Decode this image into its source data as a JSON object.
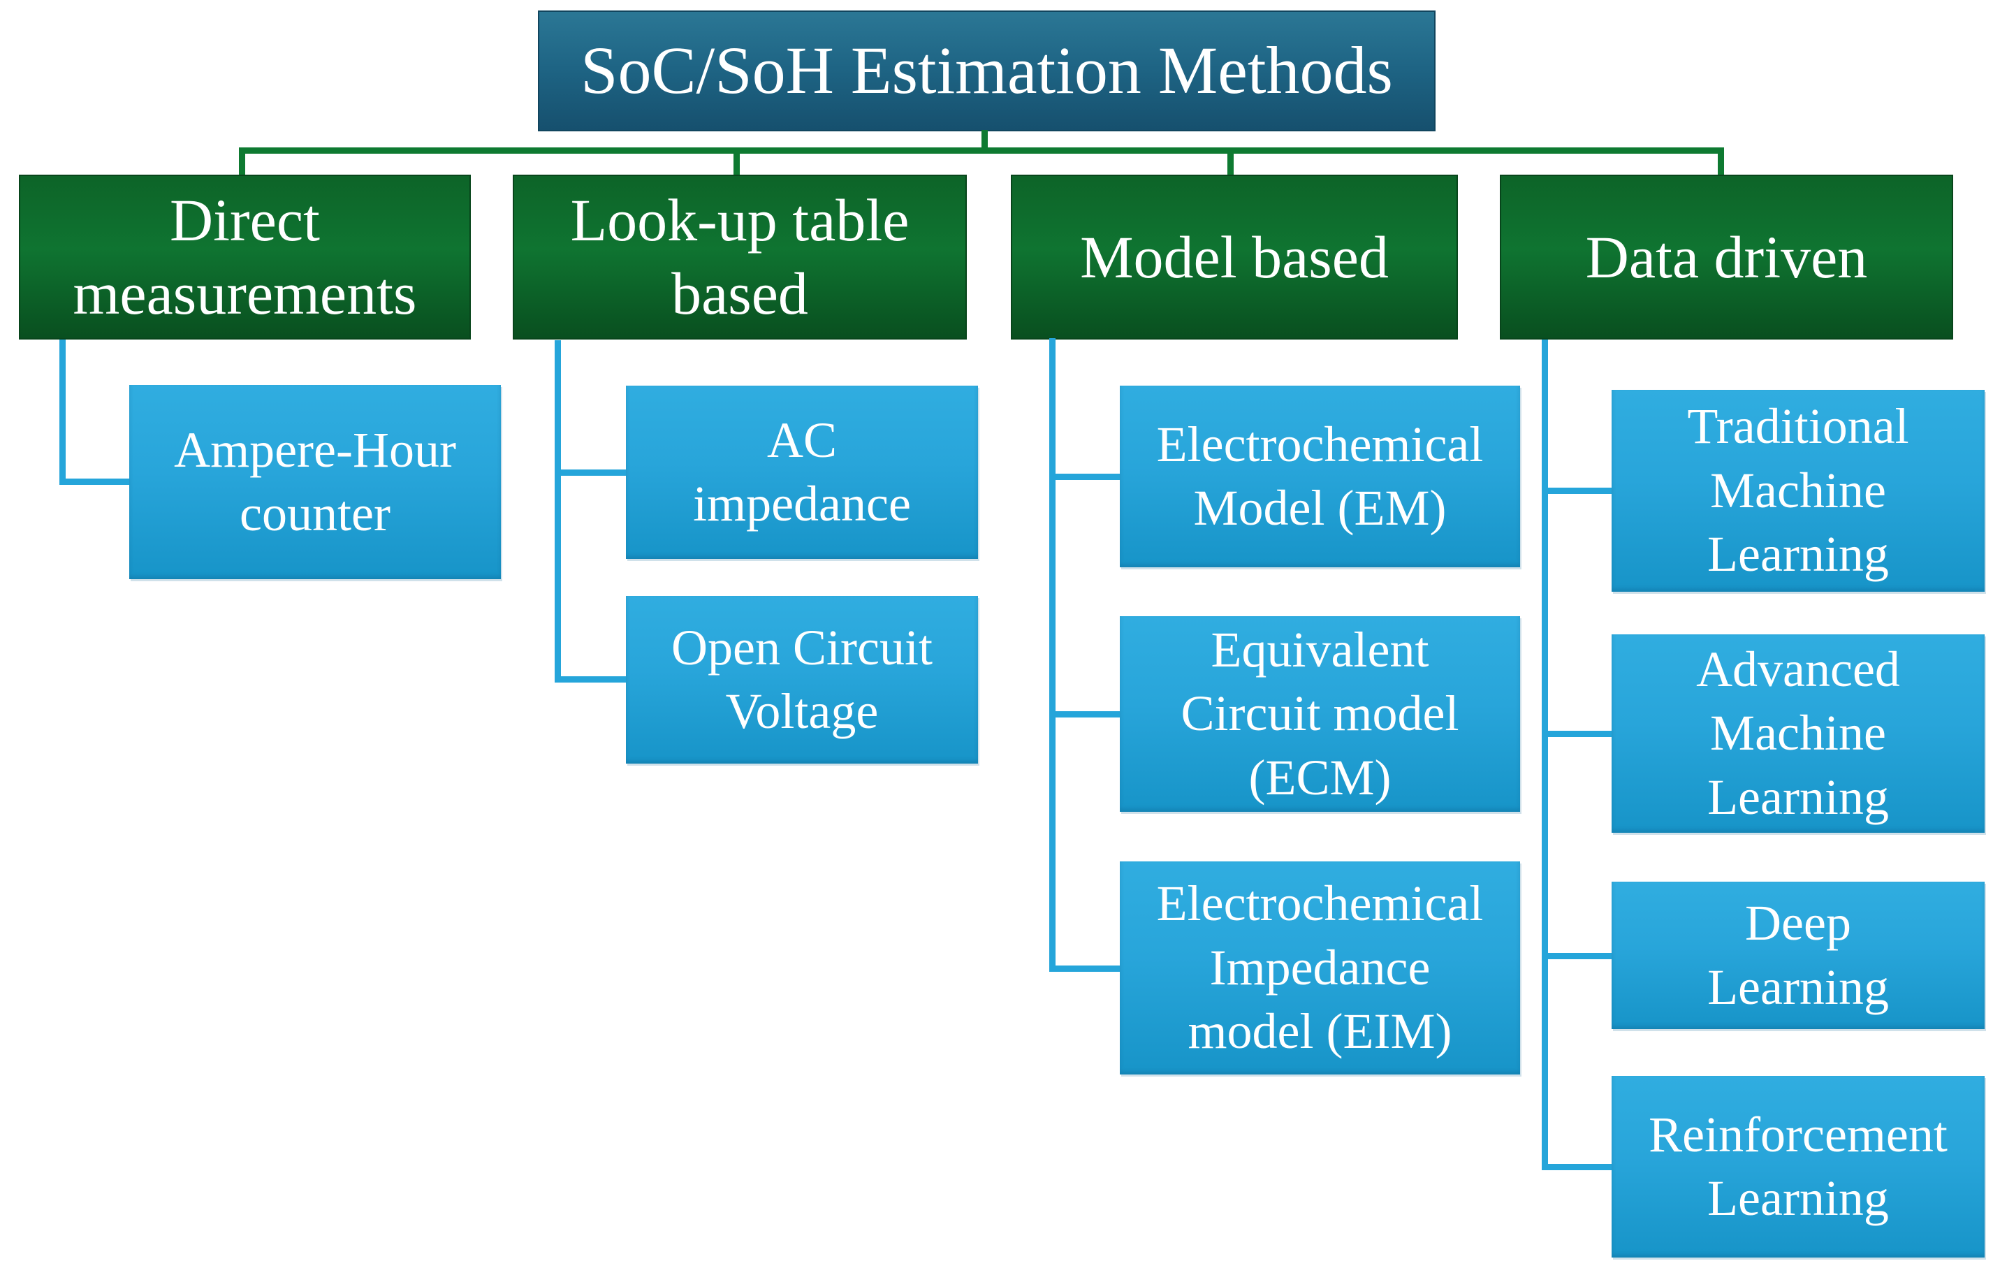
{
  "title": {
    "label": "SoC/SoH Estimation Methods"
  },
  "branches": [
    {
      "label": "Direct\nmeasurements",
      "children": [
        {
          "label": "Ampere-Hour\ncounter"
        }
      ]
    },
    {
      "label": "Look-up table\nbased",
      "children": [
        {
          "label": "AC\nimpedance"
        },
        {
          "label": "Open Circuit\nVoltage"
        }
      ]
    },
    {
      "label": "Model based",
      "children": [
        {
          "label": "Electrochemical\nModel (EM)"
        },
        {
          "label": "Equivalent\nCircuit model\n(ECM)"
        },
        {
          "label": "Electrochemical\nImpedance\nmodel (EIM)"
        }
      ]
    },
    {
      "label": "Data driven",
      "children": [
        {
          "label": "Traditional\nMachine\nLearning"
        },
        {
          "label": "Advanced\nMachine\nLearning"
        },
        {
          "label": "Deep\nLearning"
        },
        {
          "label": "Reinforcement\nLearning"
        }
      ]
    }
  ],
  "colors": {
    "title_bg": "#1e6484",
    "branch_bg": "#0f7431",
    "child_bg": "#28a5da",
    "branch_connector": "#0e7a31",
    "child_connector": "#25a5da",
    "text": "#ffffff",
    "background": "#ffffff"
  }
}
